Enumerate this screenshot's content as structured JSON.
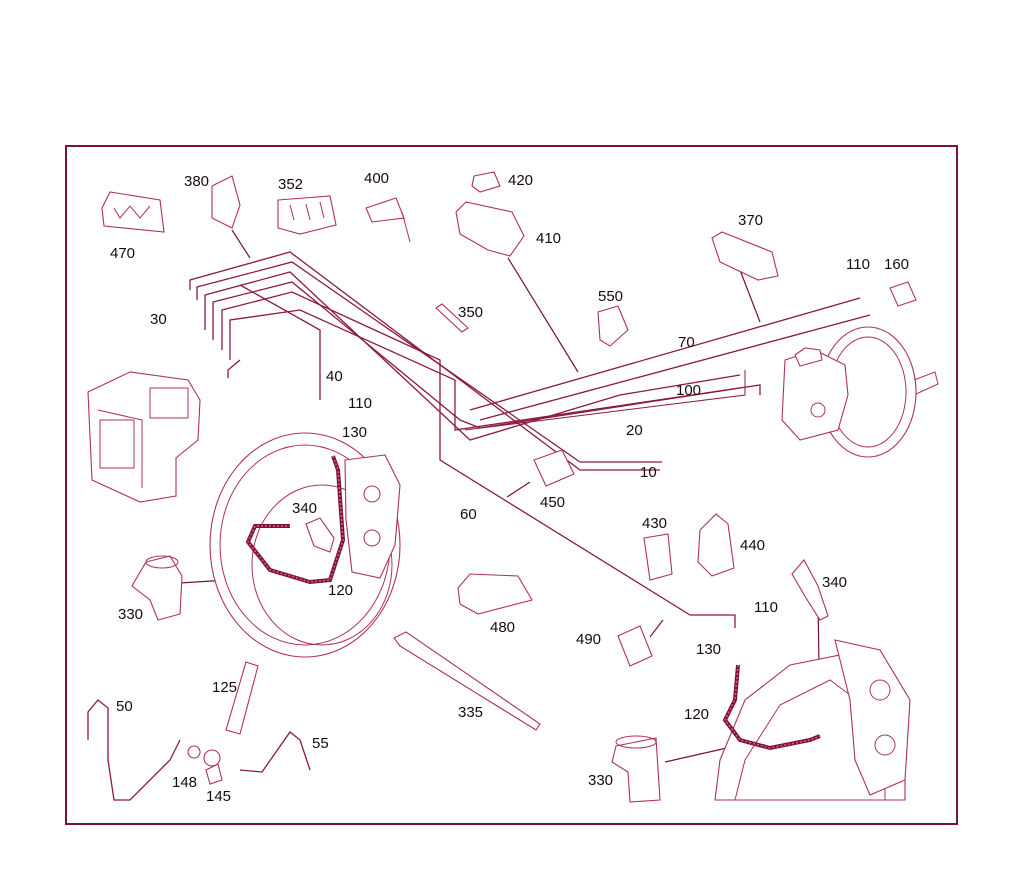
{
  "labels": {
    "l10": "10",
    "l20": "20",
    "l30": "30",
    "l40": "40",
    "l50": "50",
    "l55": "55",
    "l60": "60",
    "l70": "70",
    "l100": "100",
    "l110a": "110",
    "l110b": "110",
    "l110c": "110",
    "l120a": "120",
    "l120b": "120",
    "l125": "125",
    "l130a": "130",
    "l130b": "130",
    "l145": "145",
    "l148": "148",
    "l160": "160",
    "l330a": "330",
    "l330b": "330",
    "l335": "335",
    "l340a": "340",
    "l340b": "340",
    "l350": "350",
    "l352": "352",
    "l370": "370",
    "l380": "380",
    "l400": "400",
    "l410": "410",
    "l420": "420",
    "l430": "430",
    "l440": "440",
    "l450": "450",
    "l470": "470",
    "l480": "480",
    "l490": "490",
    "l550": "550"
  },
  "colors": {
    "line": "#8c1a3a",
    "part": "#b0305a",
    "frame": "#7a1430"
  }
}
